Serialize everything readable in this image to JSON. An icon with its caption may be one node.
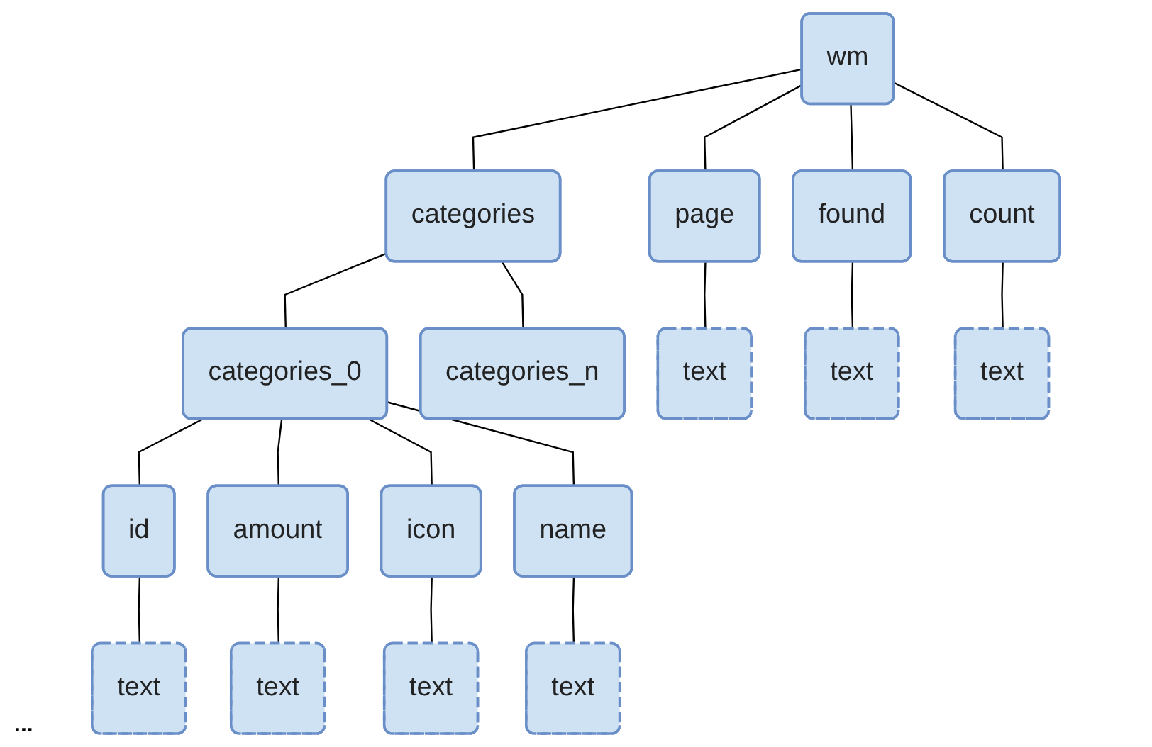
{
  "diagram": {
    "nodes": [
      {
        "text": [
          "wm"
        ]
      },
      {
        "text": [
          "categories"
        ]
      },
      {
        "text": [
          "page"
        ]
      },
      {
        "text": [
          "found"
        ]
      },
      {
        "text": [
          "count"
        ]
      },
      {
        "text": [
          "categories_0"
        ]
      },
      {
        "text": [
          "categories_n"
        ]
      },
      {
        "text": [
          "text"
        ]
      },
      {
        "text": [
          "text"
        ]
      },
      {
        "text": [
          "text"
        ]
      },
      {
        "text": [
          "id"
        ]
      },
      {
        "text": [
          "amount"
        ]
      },
      {
        "text": [
          "icon"
        ]
      },
      {
        "text": [
          "name"
        ]
      },
      {
        "text": [
          "text"
        ]
      },
      {
        "text": [
          "text"
        ]
      },
      {
        "text": [
          "text"
        ]
      },
      {
        "text": [
          "text"
        ]
      }
    ],
    "edges": [
      {
        "from": 0,
        "to": 1,
        "arrow": "none"
      },
      {
        "from": 0,
        "to": 2,
        "arrow": "none"
      },
      {
        "from": 0,
        "to": 3,
        "arrow": "none"
      },
      {
        "from": 0,
        "to": 4,
        "arrow": "none"
      },
      {
        "from": 1,
        "to": 5,
        "arrow": "none"
      },
      {
        "from": 1,
        "to": 6,
        "arrow": "none"
      },
      {
        "from": 2,
        "to": 7,
        "arrow": "none"
      },
      {
        "from": 3,
        "to": 8,
        "arrow": "none"
      },
      {
        "from": 4,
        "to": 9,
        "arrow": "none"
      },
      {
        "from": 5,
        "to": 10,
        "arrow": "none"
      },
      {
        "from": 5,
        "to": 11,
        "arrow": "none"
      },
      {
        "from": 5,
        "to": 12,
        "arrow": "none"
      },
      {
        "from": 5,
        "to": 13,
        "arrow": "none"
      },
      {
        "from": 10,
        "to": 14,
        "arrow": "none"
      },
      {
        "from": 11,
        "to": 15,
        "arrow": "none"
      },
      {
        "from": 12,
        "to": 16,
        "arrow": "none"
      },
      {
        "from": 13,
        "to": 17,
        "arrow": "none"
      }
    ],
    "labels": [
      "..."
    ]
  }
}
